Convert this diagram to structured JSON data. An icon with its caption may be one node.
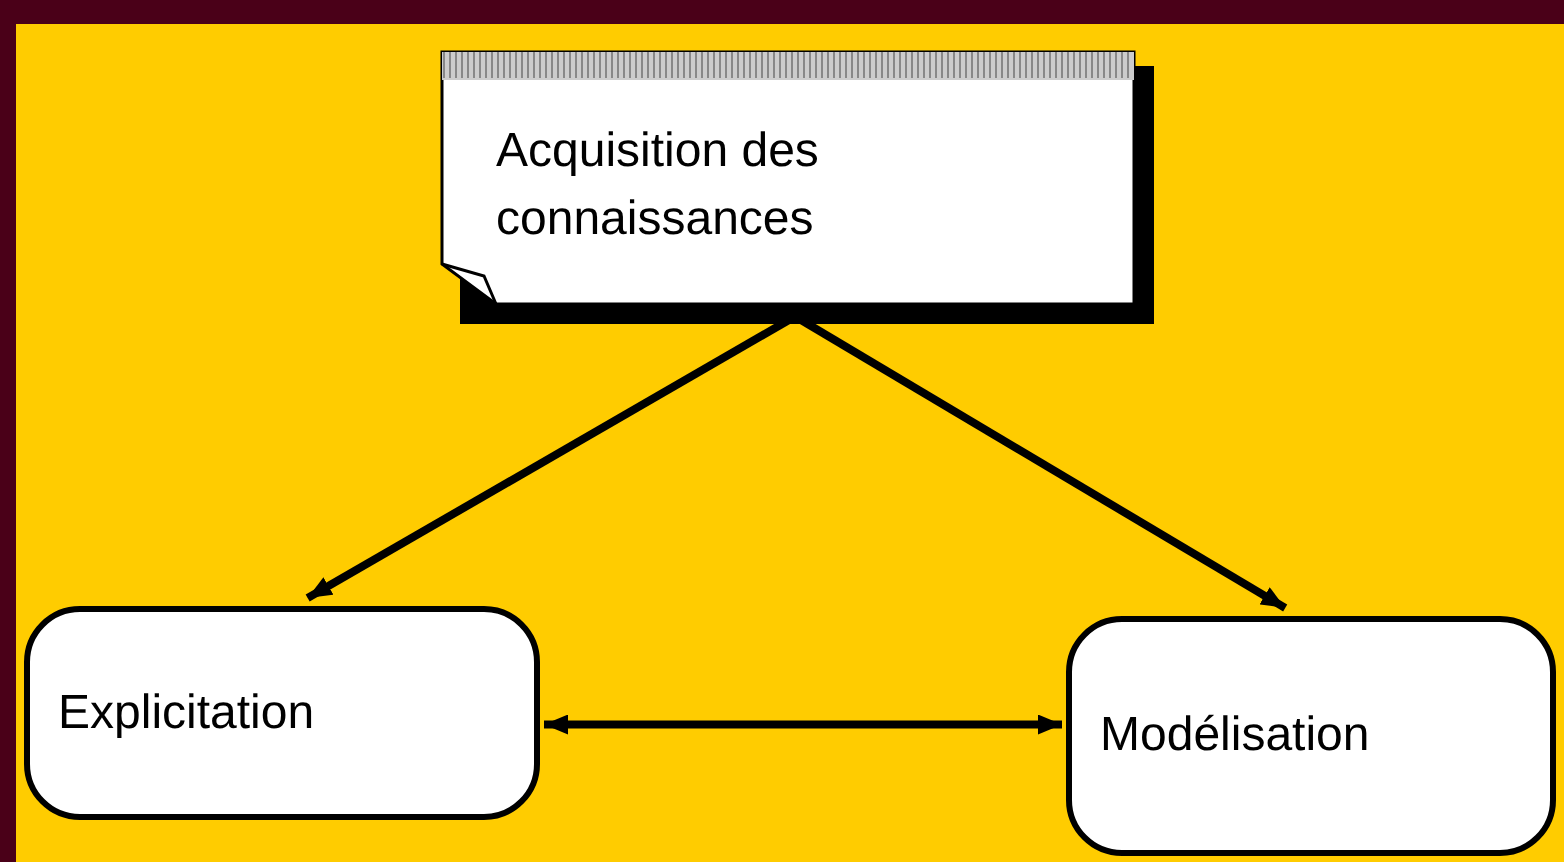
{
  "diagram": {
    "nodes": [
      {
        "text": [
          "Acquisition des connaissances"
        ]
      },
      {
        "text": [
          "Explicitation"
        ]
      },
      {
        "text": [
          "Modélisation"
        ]
      }
    ],
    "edges": [
      {
        "from": 0,
        "to": 1,
        "arrow": "to"
      },
      {
        "from": 0,
        "to": 2,
        "arrow": "to"
      },
      {
        "from": 1,
        "to": 2,
        "arrow": "both"
      }
    ]
  }
}
